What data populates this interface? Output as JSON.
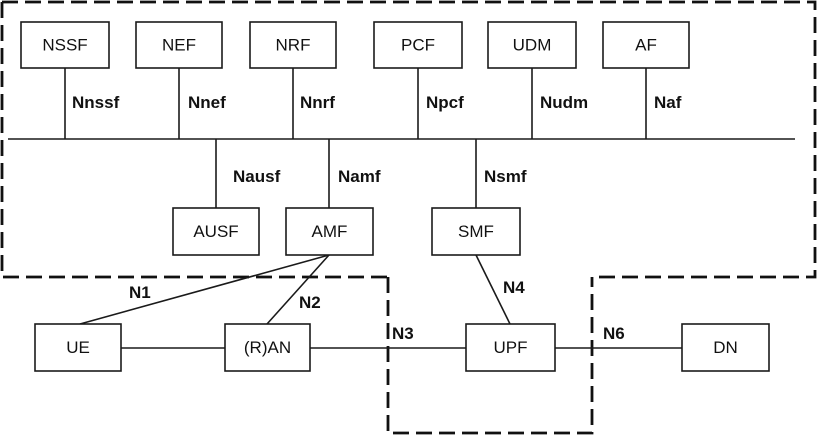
{
  "nodes": {
    "nssf": "NSSF",
    "nef": "NEF",
    "nrf": "NRF",
    "pcf": "PCF",
    "udm": "UDM",
    "af": "AF",
    "ausf": "AUSF",
    "amf": "AMF",
    "smf": "SMF",
    "ue": "UE",
    "ran": "(R)AN",
    "upf": "UPF",
    "dn": "DN"
  },
  "interfaces": {
    "nnssf": "Nnssf",
    "nnef": "Nnef",
    "nnrf": "Nnrf",
    "npcf": "Npcf",
    "nudm": "Nudm",
    "naf": "Naf",
    "nausf": "Nausf",
    "namf": "Namf",
    "nsmf": "Nsmf",
    "n1": "N1",
    "n2": "N2",
    "n3": "N3",
    "n4": "N4",
    "n6": "N6"
  }
}
